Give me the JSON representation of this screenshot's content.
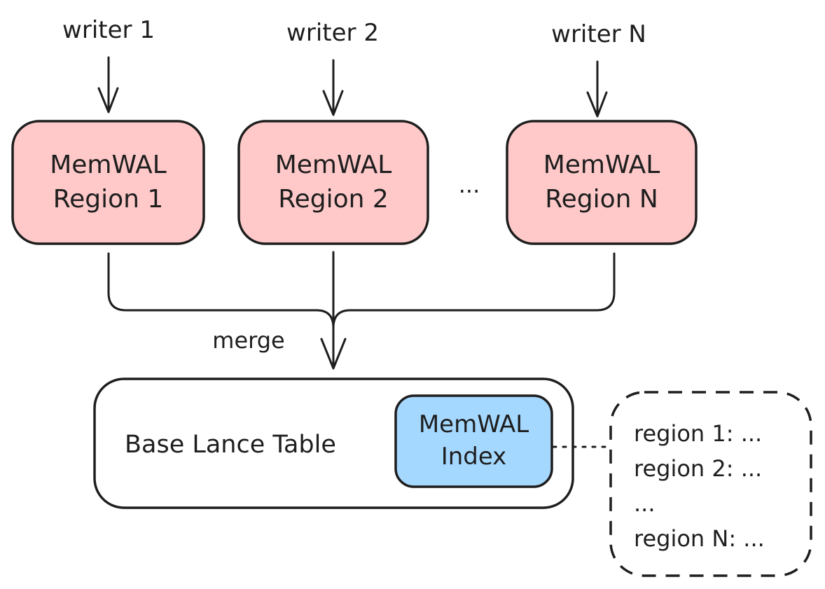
{
  "writers": [
    {
      "label": "writer 1"
    },
    {
      "label": "writer 2"
    },
    {
      "label": "writer N"
    }
  ],
  "regions": [
    {
      "line1": "MemWAL",
      "line2": "Region 1"
    },
    {
      "line1": "MemWAL",
      "line2": "Region 2"
    },
    {
      "line1": "MemWAL",
      "line2": "Region N"
    }
  ],
  "ellipsis": "...",
  "merge_label": "merge",
  "base_table": {
    "label": "Base Lance Table"
  },
  "index": {
    "line1": "MemWAL",
    "line2": "Index"
  },
  "index_entries": [
    "region 1: ...",
    "region 2: ...",
    "...",
    "region N: ..."
  ],
  "colors": {
    "region_fill": "#ffc9c9",
    "index_fill": "#a5d8ff",
    "stroke": "#1e1e1e",
    "background": "#ffffff"
  }
}
